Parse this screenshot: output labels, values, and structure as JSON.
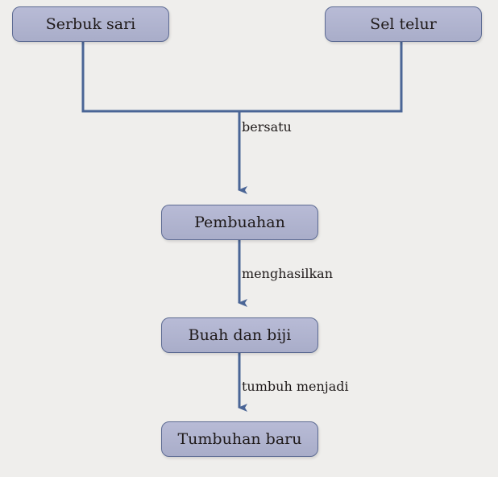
{
  "diagram": {
    "type": "flowchart",
    "colors": {
      "background": "#efeeec",
      "node_fill": "#aeb1cd",
      "node_border": "#5d6b93",
      "line": "#4a6596",
      "text": "#1f1a1a"
    },
    "nodes": {
      "serbuk_sari": "Serbuk sari",
      "sel_telur": "Sel telur",
      "pembuahan": "Pembuahan",
      "buah_dan_biji": "Buah dan biji",
      "tumbuhan_baru": "Tumbuhan baru"
    },
    "edges": {
      "bersatu": "bersatu",
      "menghasilkan": "menghasilkan",
      "tumbuh_menjadi": "tumbuh menjadi"
    },
    "flow": [
      {
        "from": [
          "Serbuk sari",
          "Sel telur"
        ],
        "to": "Pembuahan",
        "label": "bersatu"
      },
      {
        "from": "Pembuahan",
        "to": "Buah dan biji",
        "label": "menghasilkan"
      },
      {
        "from": "Buah dan biji",
        "to": "Tumbuhan baru",
        "label": "tumbuh menjadi"
      }
    ]
  }
}
